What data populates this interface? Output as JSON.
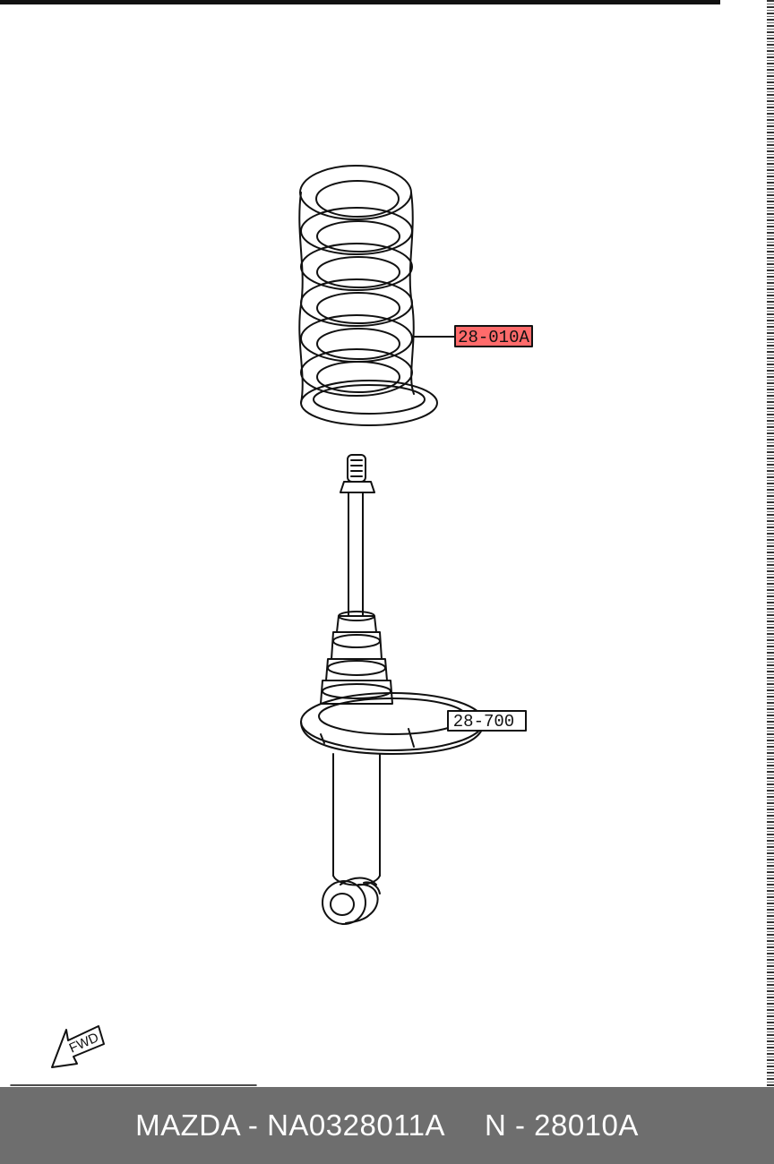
{
  "diagram": {
    "callouts": [
      {
        "label": "28-010A",
        "highlighted": true,
        "highlight_color": "#ff6b6b"
      },
      {
        "label": "28-700",
        "highlighted": false
      }
    ],
    "fwd_label": "FWD"
  },
  "footer": {
    "brand_part": "MAZDA - NA0328011A",
    "ref_code": "N - 28010A",
    "background_color": "#6e6e6e"
  }
}
